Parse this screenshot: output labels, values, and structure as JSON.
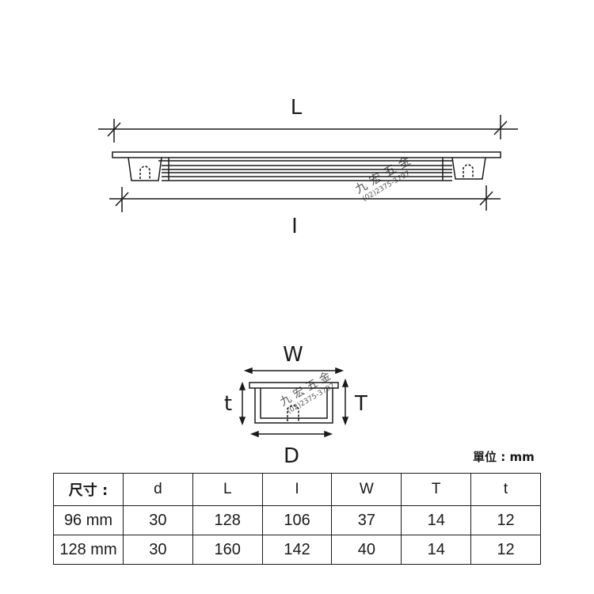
{
  "diagram": {
    "front_view": {
      "top_label": "L",
      "bottom_label": "I"
    },
    "end_view": {
      "top_label": "W",
      "left_label": "t",
      "right_label": "T",
      "bottom_label": "D"
    },
    "watermark": {
      "name": "九宏五金",
      "phone": "(02)2375-3797"
    }
  },
  "unit_note": "單位 : mm",
  "table": {
    "headers": [
      "尺寸 :",
      "d",
      "L",
      "I",
      "W",
      "T",
      "t"
    ],
    "rows": [
      [
        "96 mm",
        "30",
        "128",
        "106",
        "37",
        "14",
        "12"
      ],
      [
        "128 mm",
        "30",
        "160",
        "142",
        "40",
        "14",
        "12"
      ]
    ]
  }
}
